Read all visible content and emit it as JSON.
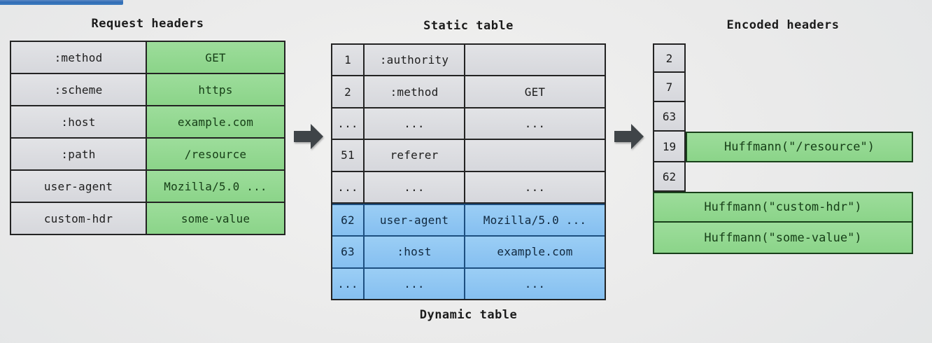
{
  "progress": {
    "name": "video-progress-bar",
    "color": "#2f6cb5",
    "percent": 13
  },
  "theme": {
    "background": "#ececeb",
    "cell_gray": "#dcdde1",
    "cell_green": "#8bd489",
    "cell_blue": "#85bff0",
    "border_dark": "#232323",
    "border_green": "#19401a",
    "border_blue": "#1d4f80",
    "arrow_color": "#3f4448"
  },
  "request_headers": {
    "title": "Request headers",
    "rows": [
      {
        "name": ":method",
        "value": "GET"
      },
      {
        "name": ":scheme",
        "value": "https"
      },
      {
        "name": ":host",
        "value": "example.com"
      },
      {
        "name": ":path",
        "value": "/resource"
      },
      {
        "name": "user-agent",
        "value": "Mozilla/5.0 ..."
      },
      {
        "name": "custom-hdr",
        "value": "some-value"
      }
    ]
  },
  "hpack_table": {
    "static_title": "Static table",
    "dynamic_title": "Dynamic table",
    "rows": [
      {
        "index": "1",
        "key": ":authority",
        "value": "",
        "section": "static"
      },
      {
        "index": "2",
        "key": ":method",
        "value": "GET",
        "section": "static"
      },
      {
        "index": "...",
        "key": "...",
        "value": "...",
        "section": "static"
      },
      {
        "index": "51",
        "key": "referer",
        "value": "",
        "section": "static"
      },
      {
        "index": "...",
        "key": "...",
        "value": "...",
        "section": "static"
      },
      {
        "index": "62",
        "key": "user-agent",
        "value": "Mozilla/5.0 ...",
        "section": "dynamic"
      },
      {
        "index": "63",
        "key": ":host",
        "value": "example.com",
        "section": "dynamic"
      },
      {
        "index": "...",
        "key": "...",
        "value": "...",
        "section": "dynamic"
      }
    ]
  },
  "encoded_headers": {
    "title": "Encoded headers",
    "indexed": [
      {
        "index": "2",
        "literal": ""
      },
      {
        "index": "7",
        "literal": ""
      },
      {
        "index": "63",
        "literal": ""
      },
      {
        "index": "19",
        "literal": "Huffmann(\"/resource\")"
      },
      {
        "index": "62",
        "literal": ""
      }
    ],
    "literals": [
      "Huffmann(\"custom-hdr\")",
      "Huffmann(\"some-value\")"
    ]
  },
  "arrows": [
    {
      "name": "arrow-headers-to-table"
    },
    {
      "name": "arrow-table-to-encoded"
    }
  ]
}
